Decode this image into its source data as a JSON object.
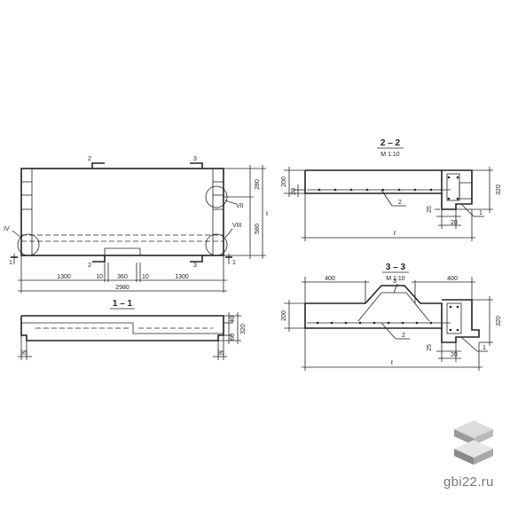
{
  "plan": {
    "section_marks": {
      "mark_2": "2",
      "mark_3": "3",
      "mark_1": "1"
    },
    "callouts": {
      "c1": "IV",
      "c2": "VIII",
      "c3": "VII"
    },
    "dims": {
      "right_top": "280",
      "right_bottom": "580",
      "right_length": "ℓ",
      "seg_a": "1300",
      "seg_b": "10",
      "seg_c": "360",
      "seg_d": "10",
      "seg_e": "1300",
      "total": "2980"
    }
  },
  "section_1_1": {
    "title": "1 – 1",
    "dims": {
      "h40": "40",
      "h320": "320",
      "h60": "60",
      "left95": "95",
      "right95": "95"
    }
  },
  "section_2_2": {
    "title": "2 – 2",
    "scale": "М 1:10",
    "dims": {
      "h200": "200",
      "h20": "20",
      "h320": "320",
      "w25": "25",
      "w20": "20",
      "length": "ℓ"
    },
    "labels": {
      "pos2": "2",
      "pos1": "1"
    }
  },
  "section_3_3": {
    "title": "3 – 3",
    "scale": "М 1:10",
    "dims": {
      "w400_left": "400",
      "w400_right": "400",
      "h200": "200",
      "h320": "320",
      "w25": "25",
      "w20": "20",
      "length": "ℓ"
    },
    "labels": {
      "pos3": "3",
      "pos2": "2",
      "pos1": "1"
    }
  },
  "watermark": {
    "text": "gbi22.ru"
  }
}
